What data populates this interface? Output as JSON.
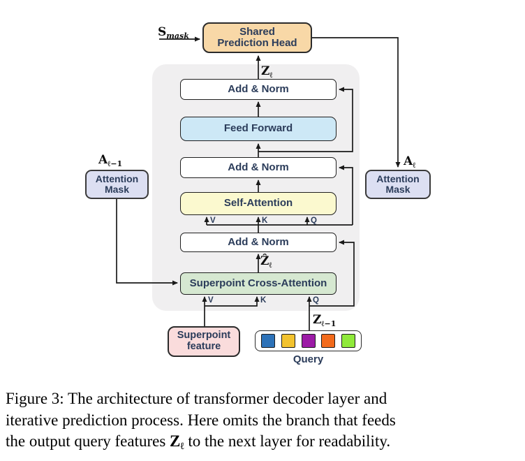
{
  "figure": {
    "caption": {
      "line1": "Figure 3: The architecture of transformer decoder layer and",
      "line2": "iterative prediction process. Here omits the branch that feeds",
      "line3_pre": "the output query features ",
      "line3_math_base": "Z",
      "line3_math_sub": "ℓ",
      "line3_post": " to the next layer for readability."
    }
  },
  "diagram": {
    "blocks": {
      "shared_prediction_head": {
        "line1": "Shared",
        "line2": "Prediction Head",
        "fill": "#f8d8a7"
      },
      "add_norm_top": {
        "label": "Add & Norm",
        "fill": "#ffffff"
      },
      "feed_forward": {
        "label": "Feed Forward",
        "fill": "#cde8f6"
      },
      "add_norm_mid": {
        "label": "Add & Norm",
        "fill": "#ffffff"
      },
      "self_attention": {
        "label": "Self-Attention",
        "fill": "#fbf9cf"
      },
      "add_norm_bottom": {
        "label": "Add & Norm",
        "fill": "#ffffff"
      },
      "superpoint_cross_attention": {
        "label": "Superpoint Cross-Attention",
        "fill": "#d6e8d1"
      },
      "attention_mask_left": {
        "line1": "Attention",
        "line2": "Mask",
        "fill": "#dcdff2"
      },
      "attention_mask_right": {
        "line1": "Attention",
        "line2": "Mask",
        "fill": "#dcdff2"
      },
      "superpoint_feature": {
        "line1": "Superpoint",
        "line2": "feature",
        "fill": "#fadcdc"
      }
    },
    "math_labels": {
      "s_mask": {
        "base": "S",
        "sub": "mask"
      },
      "z_l": {
        "base": "Z",
        "sub": "ℓ"
      },
      "z_hat_l": {
        "base": "Ẑ",
        "sub": "ℓ"
      },
      "z_l_minus_1": {
        "base": "Z",
        "sub": "ℓ−1"
      },
      "a_l_minus_1": {
        "base": "A",
        "sub": "ℓ−1"
      },
      "a_l": {
        "base": "A",
        "sub": "ℓ"
      }
    },
    "port_labels": {
      "v": "V",
      "k": "K",
      "q": "Q"
    },
    "query": {
      "label": "Query",
      "square_colors": [
        "#2d72b8",
        "#f2c22e",
        "#9c1ba6",
        "#f26a1b",
        "#8fe93a"
      ]
    },
    "style": {
      "line_color": "#1a1a1a",
      "panel_fill": "#f0eff0"
    }
  }
}
